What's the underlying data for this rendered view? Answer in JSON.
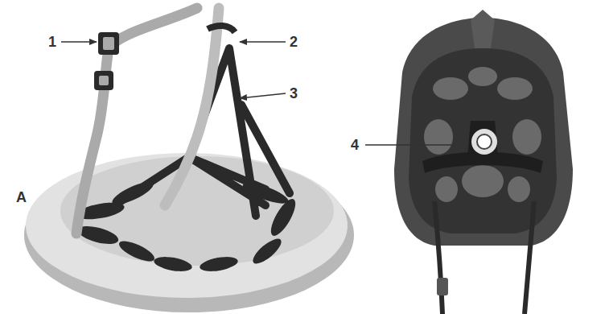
{
  "diagram": {
    "labels": [
      "1",
      "2",
      "3",
      "4",
      "A"
    ]
  }
}
